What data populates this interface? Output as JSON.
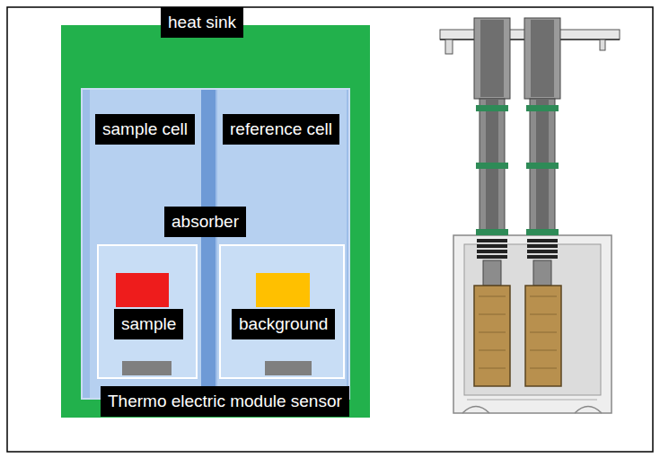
{
  "diagram": {
    "nodes": [
      {
        "text": [
          "heat sink"
        ]
      },
      {
        "text": [
          "absorber"
        ],
        "in": 0
      },
      {
        "text": [
          "sample cell"
        ],
        "in": 1
      },
      {
        "text": [
          "reference cell"
        ],
        "in": 1
      },
      {
        "text": [
          "sample"
        ],
        "in": 2
      },
      {
        "text": [
          "background"
        ],
        "in": 3
      }
    ],
    "labels": [
      "Thermo electric module sensor"
    ]
  }
}
